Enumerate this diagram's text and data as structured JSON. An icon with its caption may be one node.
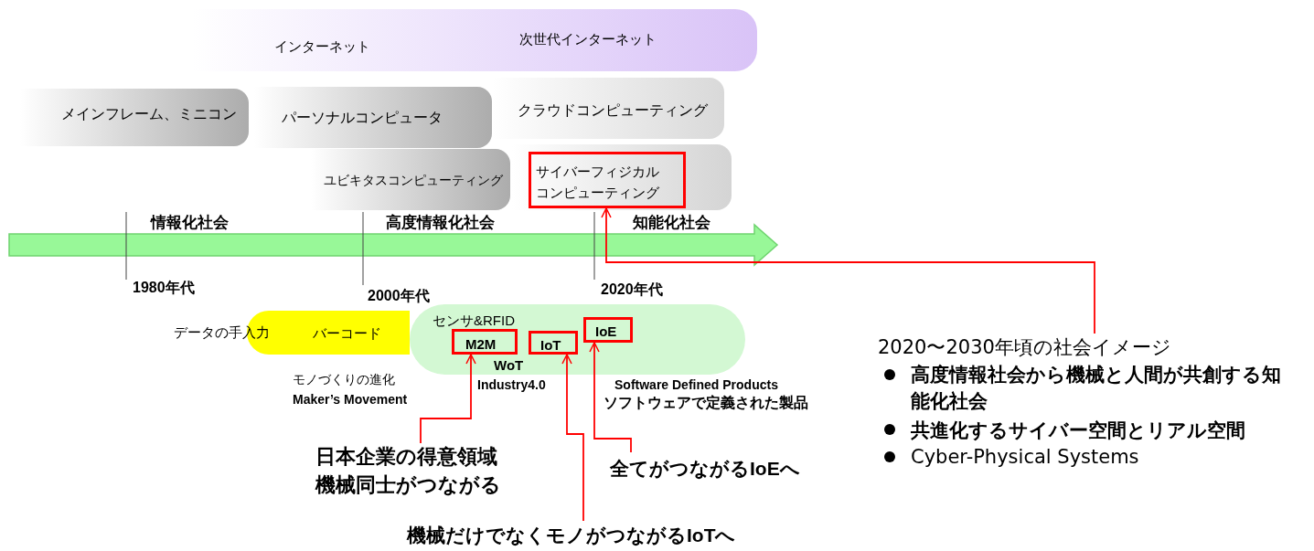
{
  "diagram": {
    "nodes": [
      {
        "text": [
          "インターネット",
          "次世代インターネット"
        ]
      },
      {
        "text": [
          "メインフレーム、ミニコン"
        ]
      },
      {
        "text": [
          "パーソナルコンピュータ"
        ]
      },
      {
        "text": [
          "クラウドコンピューティング"
        ]
      },
      {
        "text": [
          "ユビキタスコンピューティング"
        ]
      },
      {
        "text": [
          "サイバーフィジカルコンピューティング"
        ]
      },
      {
        "text": [
          "バーコード"
        ]
      },
      {
        "text": [
          "センサ&RFID",
          "WoT"
        ]
      },
      {
        "text": [
          "M2M"
        ],
        "in": 7
      },
      {
        "text": [
          "IoT"
        ],
        "in": 7
      },
      {
        "text": [
          "IoE"
        ],
        "in": 7
      },
      {
        "text": [
          "日本企業の得意領域機械同士がつながる"
        ]
      },
      {
        "text": [
          "機械だけでなくモノがつながるIoTへ"
        ]
      },
      {
        "text": [
          "全てがつながるIoEへ"
        ]
      },
      {
        "text": [
          "2020〜2030年頃の社会イメージ",
          "高度情報社会から機械と人間が共創する知能化社会",
          "共進化するサイバー空間とリアル空間",
          "Cyber-Physical Systems"
        ]
      }
    ],
    "edges": [
      {
        "from": 11,
        "to": 8,
        "arrow": "to"
      },
      {
        "from": 12,
        "to": 9,
        "arrow": "to"
      },
      {
        "from": 13,
        "to": 10,
        "arrow": "to"
      },
      {
        "from": 14,
        "to": 5,
        "arrow": "to"
      }
    ],
    "labels": [
      "情報化社会",
      "高度情報化社会",
      "知能化社会",
      "1980年代",
      "2000年代",
      "2020年代",
      "データの手入力",
      "モノづくりの進化",
      "Maker’s Movement",
      "Industry4.0",
      "Software Defined Products",
      "ソフトウェアで定義された製品"
    ]
  }
}
